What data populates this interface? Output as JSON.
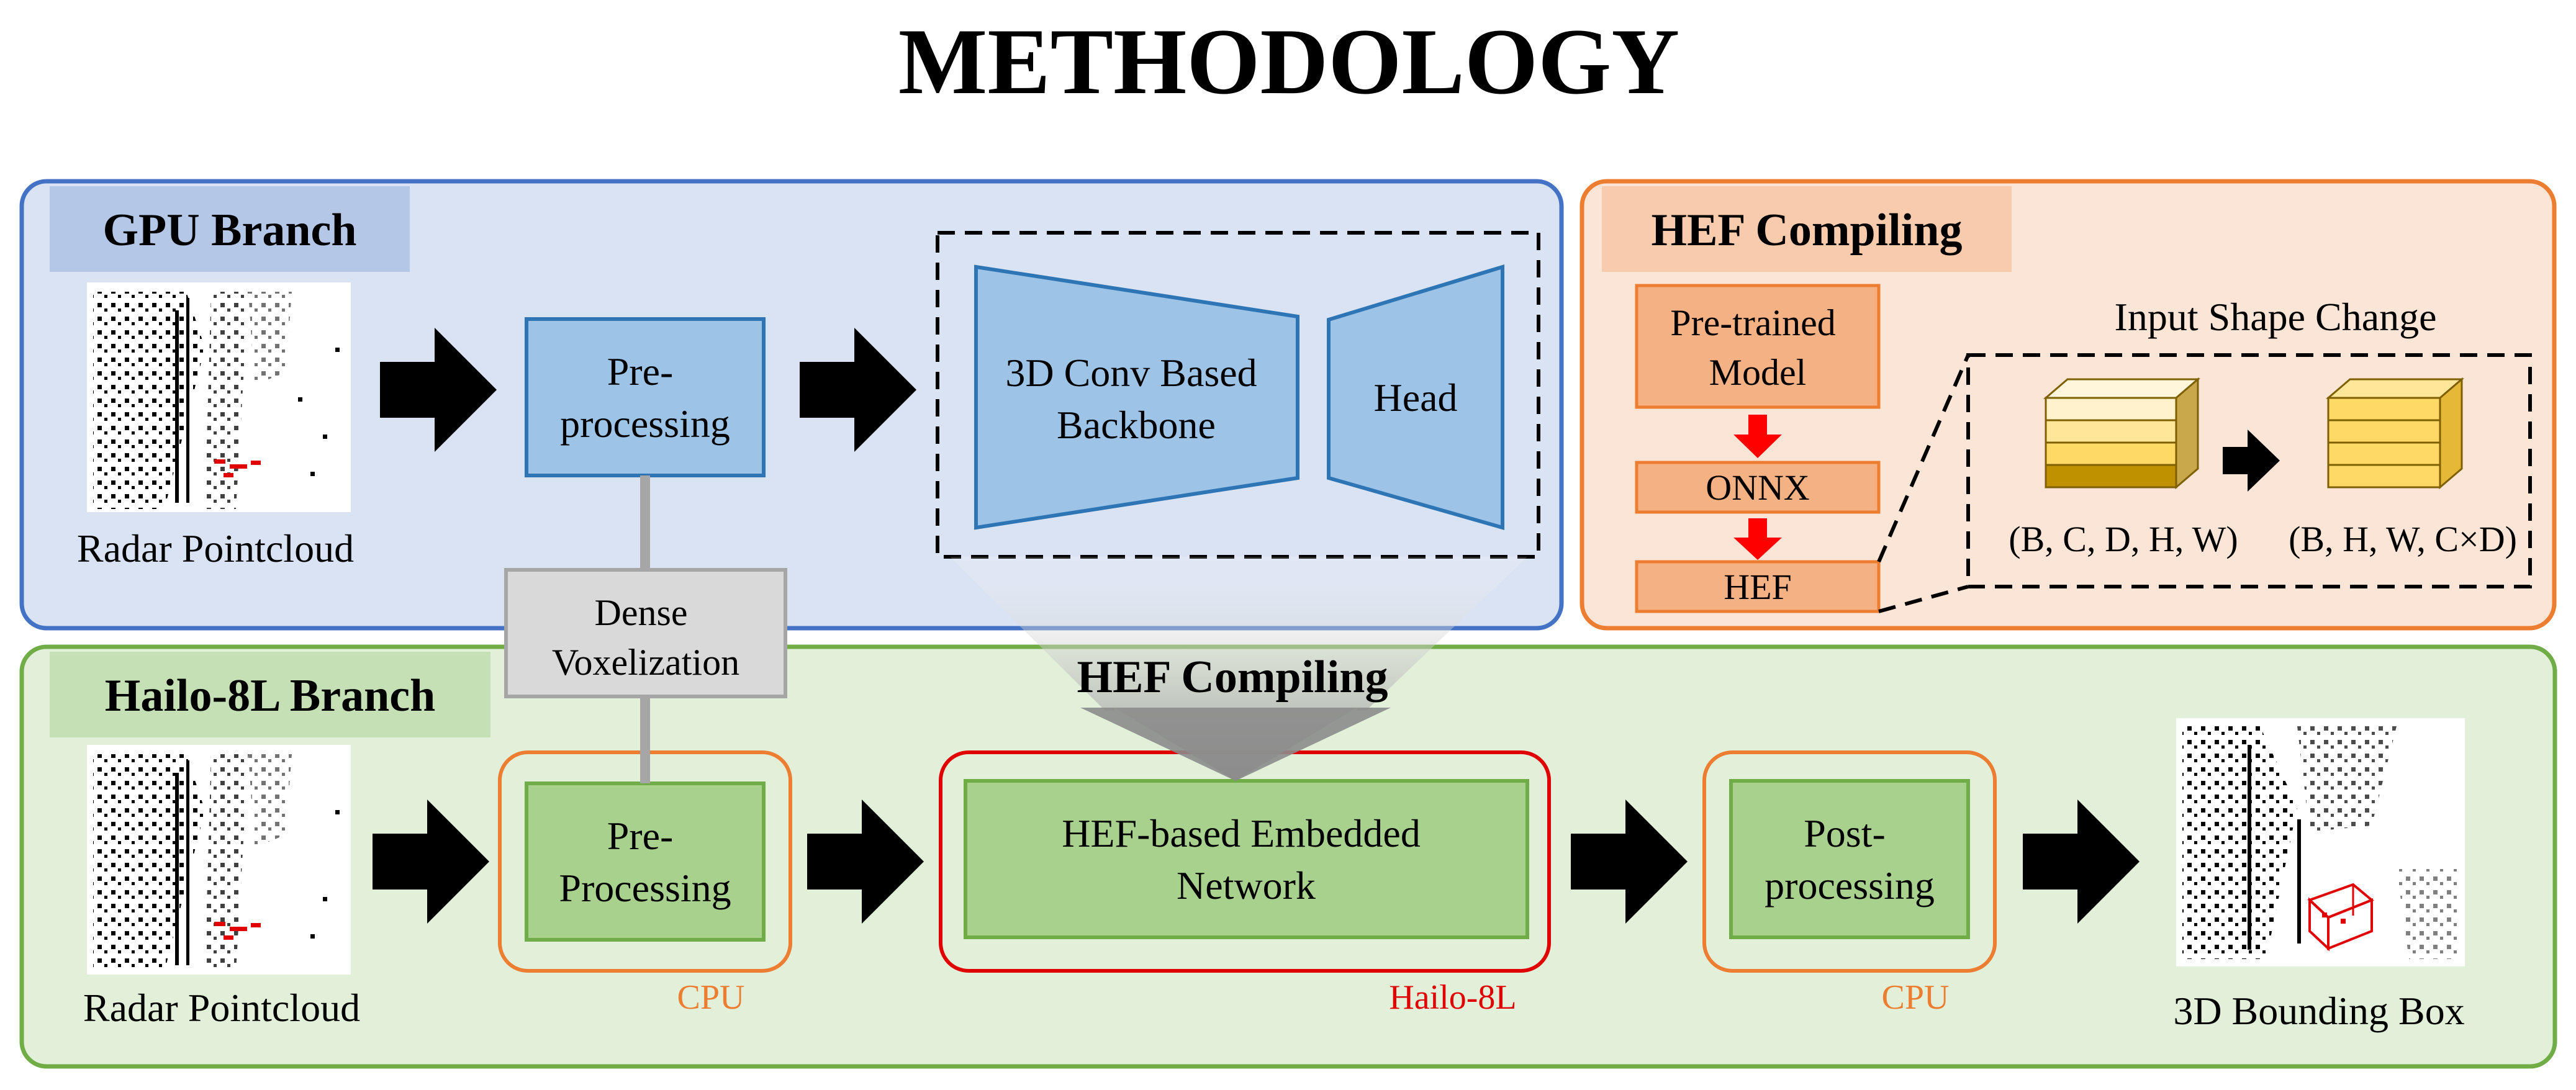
{
  "title": "METHODOLOGY",
  "gpu_branch": {
    "label": "GPU Branch",
    "input_caption": "Radar Pointcloud",
    "preprocessing": [
      "Pre-",
      "processing"
    ],
    "backbone": [
      "3D Conv Based",
      "Backbone"
    ],
    "head": "Head"
  },
  "hef_compiling_panel": {
    "label": "HEF Compiling",
    "pretrained_model": [
      "Pre-trained",
      "Model"
    ],
    "onnx": "ONNX",
    "hef": "HEF",
    "shape_change_title": "Input Shape Change",
    "shape_before": "(B, C, D, H, W)",
    "shape_after": "(B, H, W, C×D)"
  },
  "dense_voxelization": [
    "Dense",
    "Voxelization"
  ],
  "hef_compiling_arrow_label": "HEF Compiling",
  "hailo_branch": {
    "label": "Hailo-8L Branch",
    "input_caption": "Radar Pointcloud",
    "preprocessing": [
      "Pre-",
      "Processing"
    ],
    "preprocessing_device": "CPU",
    "network": [
      "HEF-based Embedded",
      "Network"
    ],
    "network_device": "Hailo-8L",
    "postprocessing": [
      "Post-",
      "processing"
    ],
    "postprocessing_device": "CPU",
    "output_caption": "3D Bounding Box"
  },
  "colors": {
    "gpu_panel_fill": "#dae3f3",
    "gpu_panel_stroke": "#4472c4",
    "gpu_label_fill": "#b4c7e7",
    "blue_box_fill": "#9dc3e6",
    "blue_box_stroke": "#2e75b6",
    "hef_panel_fill": "#fbe5d6",
    "hef_panel_stroke": "#ed7d31",
    "hef_label_fill": "#f8cbad",
    "orange_box_fill": "#f4b183",
    "hailo_panel_fill": "#e2f0d9",
    "hailo_panel_stroke": "#70ad47",
    "hailo_label_fill": "#c5e0b4",
    "green_box_fill": "#a9d18e",
    "cpu_text": "#ed7d31",
    "hailo_text": "#e00000",
    "red_arrow": "#ff0000",
    "gray": "#a6a6a6"
  }
}
